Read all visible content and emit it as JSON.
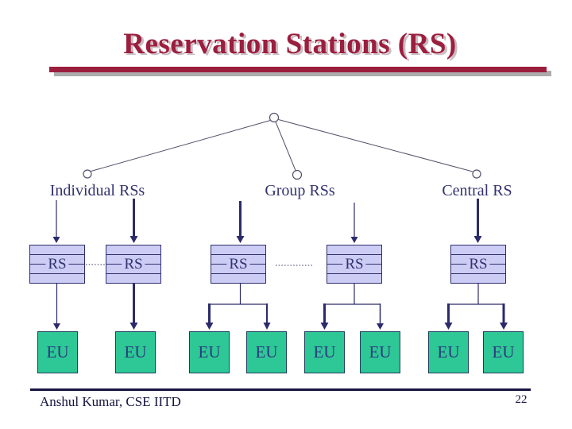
{
  "slide": {
    "title": "Reservation Stations (RS)",
    "footer": "Anshul Kumar, CSE IITD",
    "page_number": "22"
  },
  "tree": {
    "branches": [
      {
        "label": "Individual RSs"
      },
      {
        "label": "Group RSs"
      },
      {
        "label": "Central RS"
      }
    ]
  },
  "rs_boxes": [
    {
      "label": "RS"
    },
    {
      "label": "RS"
    },
    {
      "label": "RS"
    },
    {
      "label": "RS"
    },
    {
      "label": "RS"
    }
  ],
  "eu_boxes": [
    {
      "label": "EU"
    },
    {
      "label": "EU"
    },
    {
      "label": "EU"
    },
    {
      "label": "EU"
    },
    {
      "label": "EU"
    },
    {
      "label": "EU"
    },
    {
      "label": "EU"
    },
    {
      "label": "EU"
    }
  ],
  "colors": {
    "title": "#9C1E3E",
    "title_shadow": "#C9BCC2",
    "rule_shadow": "#ACACAC",
    "rs_fill": "#CCCCF5",
    "rs_border": "#2E2E6E",
    "eu_fill": "#2EC796",
    "eu_border": "#1C3F5E",
    "label_text": "#333370",
    "eu_text": "#2B3A7E",
    "arrow": "#2B2B6B",
    "tree_line": "#52526A",
    "footer": "#14143F"
  }
}
